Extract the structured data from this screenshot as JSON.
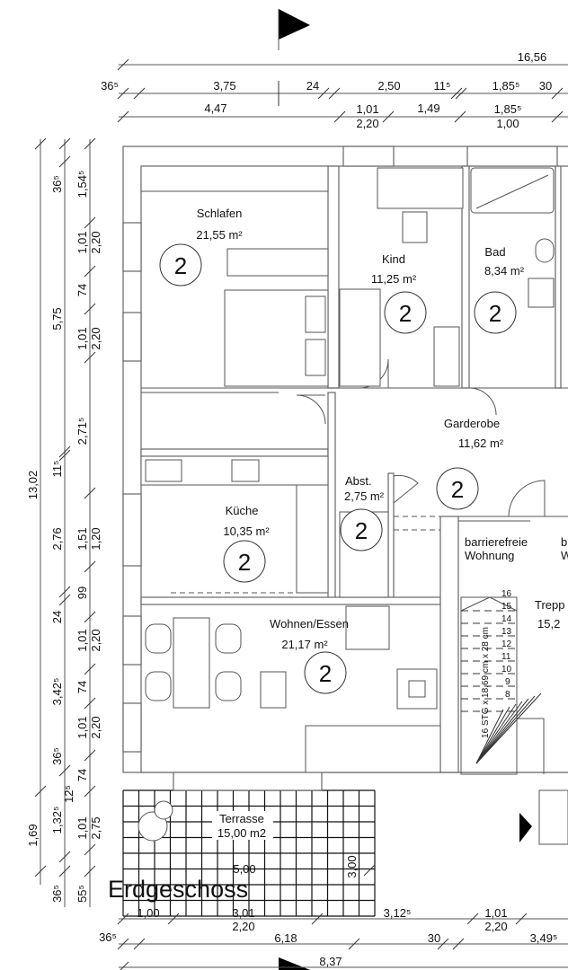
{
  "title": "Erdgeschoss",
  "rooms": [
    {
      "name": "Schlafen",
      "area": "21,55 m²",
      "unit": "2"
    },
    {
      "name": "Kind",
      "area": "11,25 m²",
      "unit": "2"
    },
    {
      "name": "Bad",
      "area": "8,34 m²",
      "unit": "2"
    },
    {
      "name": "Garderobe",
      "area": "11,62 m²",
      "unit": "2"
    },
    {
      "name": "Abst.",
      "area": "2,75 m²",
      "unit": "2"
    },
    {
      "name": "Küche",
      "area": "10,35 m²",
      "unit": "2"
    },
    {
      "name": "Wohnen/Essen",
      "area": "21,17 m²",
      "unit": "2"
    },
    {
      "name": "Terrasse",
      "area": "15,00 m2"
    }
  ],
  "neighbor": {
    "line1": "barrierefreie",
    "line2": "Wohnung",
    "cut1": "b",
    "cut2": "W",
    "stair_name": "Trepp",
    "stair_area": "15,2"
  },
  "stair": {
    "label": "16 STG x 18,69 cm x 28 cm",
    "steps": [
      "16",
      "15",
      "14",
      "13",
      "12",
      "11",
      "10",
      "9",
      "8"
    ]
  },
  "dims_top": {
    "overall": "16,56",
    "row2": [
      "36⁵",
      "3,75",
      "24",
      "2,50",
      "11⁵",
      "1,85⁵",
      "30"
    ],
    "row3": [
      "4,47",
      "1,01",
      "2,20",
      "1,49",
      "1,85⁵",
      "1,00"
    ]
  },
  "dims_left": {
    "outer": [
      "13,02",
      "1,69"
    ],
    "middle": [
      "36⁵",
      "5,75",
      "11⁵",
      "2,76",
      "24",
      "3,42⁵",
      "36⁵",
      "12⁵",
      "1,32⁵",
      "36⁵"
    ],
    "inner": [
      "1,54⁵",
      "1,01",
      "2,20",
      "74",
      "1,01",
      "2,20",
      "2,71⁵",
      "1,51",
      "1,20",
      "99",
      "1,01",
      "2,20",
      "74",
      "1,01",
      "2,20",
      "74",
      "1,01",
      "2,75",
      "55⁵"
    ]
  },
  "dims_bottom": {
    "terrace_w": "5,00",
    "terrace_h": "3,00",
    "row1": [
      "1,00",
      "3,01",
      "2,20",
      "3,12⁵",
      "1,01",
      "2,20"
    ],
    "row2": [
      "36⁵",
      "6,18",
      "30",
      "3,49⁵"
    ],
    "overall": "8,37"
  }
}
